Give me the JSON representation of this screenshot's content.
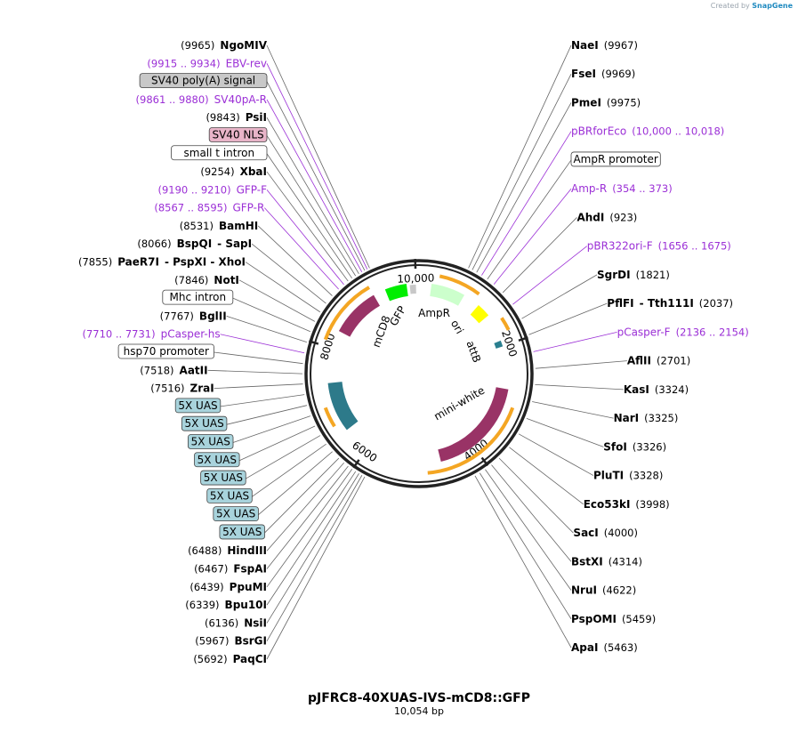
{
  "credit": {
    "prefix": "Created by",
    "brand": "SnapGene"
  },
  "plasmid": {
    "name": "pJFRC8-40XUAS-IVS-mCD8::GFP",
    "length_label": "10,054 bp",
    "length": 10054
  },
  "ring_ticks": [
    "10,000",
    "2000",
    "4000",
    "6000",
    "8000"
  ],
  "inner_labels": {
    "ampr": "AmpR",
    "ori": "ori",
    "attb": "attB",
    "mini_white": "mini-white",
    "gfp": "GFP",
    "mcd8": "mCD8"
  },
  "labels_left": [
    {
      "num": "(9965)",
      "name": "NgoMIV"
    },
    {
      "range": "(9915 .. 9934)",
      "name": "EBV-rev"
    },
    {
      "box": "SV40 poly(A) signal"
    },
    {
      "range": "(9861 .. 9880)",
      "name": "SV40pA-R"
    },
    {
      "num": "(9843)",
      "name": "PsiI"
    },
    {
      "box": "SV40 NLS"
    },
    {
      "box": "small t intron"
    },
    {
      "num": "(9254)",
      "name": "XbaI"
    },
    {
      "range": "(9190 .. 9210)",
      "name": "GFP-F"
    },
    {
      "range": "(8567 .. 8595)",
      "name": "GFP-R"
    },
    {
      "num": "(8531)",
      "name": "BamHI"
    },
    {
      "num": "(8066)",
      "name": "BspQI",
      "extra": "- SapI"
    },
    {
      "num": "(7855)",
      "name": "PaeR7I",
      "extra": "- PspXI  - XhoI"
    },
    {
      "num": "(7846)",
      "name": "NotI"
    },
    {
      "box": "Mhc intron"
    },
    {
      "num": "(7767)",
      "name": "BglII"
    },
    {
      "range": "(7710 .. 7731)",
      "name": "pCasper-hs"
    },
    {
      "box": "hsp70 promoter"
    },
    {
      "num": "(7518)",
      "name": "AatII"
    },
    {
      "num": "(7516)",
      "name": "ZraI"
    },
    {
      "box": "5X UAS"
    },
    {
      "num": "(6488)",
      "name": "HindIII"
    },
    {
      "num": "(6467)",
      "name": "FspAI"
    },
    {
      "num": "(6439)",
      "name": "PpuMI"
    },
    {
      "num": "(6339)",
      "name": "Bpu10I"
    },
    {
      "num": "(6136)",
      "name": "NsiI"
    },
    {
      "num": "(5967)",
      "name": "BsrGI"
    },
    {
      "num": "(5692)",
      "name": "PaqCI"
    }
  ],
  "labels_right": [
    {
      "name": "NaeI",
      "num": "(9967)"
    },
    {
      "name": "FseI",
      "num": "(9969)"
    },
    {
      "name": "PmeI",
      "num": "(9975)"
    },
    {
      "name": "pBRforEco",
      "range": "(10,000 .. 10,018)"
    },
    {
      "box": "AmpR promoter"
    },
    {
      "name": "Amp-R",
      "range": "(354 .. 373)"
    },
    {
      "name": "AhdI",
      "num": "(923)"
    },
    {
      "name": "pBR322ori-F",
      "range": "(1656 .. 1675)"
    },
    {
      "name": "SgrDI",
      "num": "(1821)"
    },
    {
      "name": "PflFI",
      "extra": "- Tth111I",
      "num": "(2037)"
    },
    {
      "name": "pCasper-F",
      "range": "(2136 .. 2154)"
    },
    {
      "name": "AflII",
      "num": "(2701)"
    },
    {
      "name": "KasI",
      "num": "(3324)"
    },
    {
      "name": "NarI",
      "num": "(3325)"
    },
    {
      "name": "SfoI",
      "num": "(3326)"
    },
    {
      "name": "PluTI",
      "num": "(3328)"
    },
    {
      "name": "Eco53kI",
      "num": "(3998)"
    },
    {
      "name": "SacI",
      "num": "(4000)"
    },
    {
      "name": "BstXI",
      "num": "(4314)"
    },
    {
      "name": "NruI",
      "num": "(4622)"
    },
    {
      "name": "PspOMI",
      "num": "(5459)"
    },
    {
      "name": "ApaI",
      "num": "(5463)"
    }
  ],
  "colors": {
    "enzyme": "#000000",
    "primer": "#9b2fd6",
    "ampr": "#ccffcc",
    "ori": "#ffff00",
    "attb": "#2a7f8f",
    "mini_white": "#993366",
    "gfp": "#00ee00",
    "uas": "#2d7a8a",
    "orf_arrow": "#f4a623",
    "sv40_nls_box": "#e8b4c8",
    "sv40_polyA_box": "#c8c8c8",
    "uas_box": "#a8d3dc"
  }
}
